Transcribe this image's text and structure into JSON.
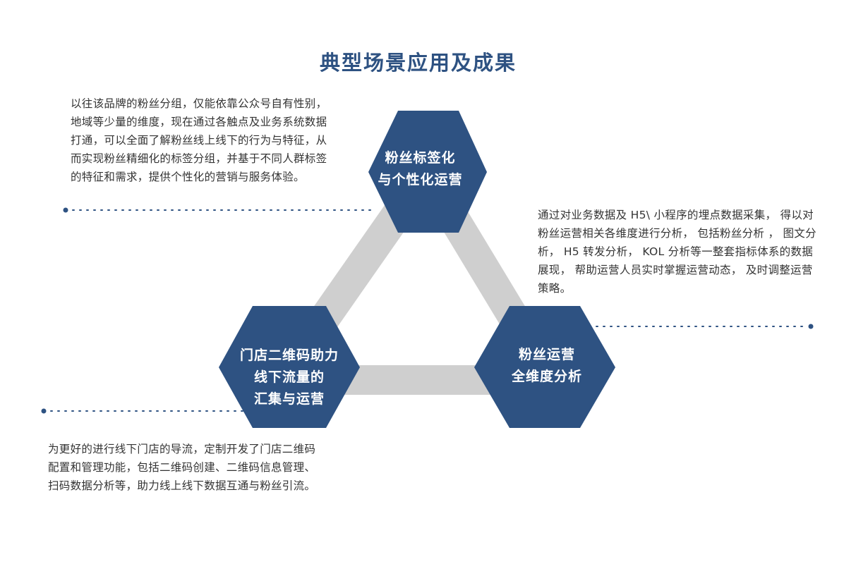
{
  "title": "典型场景应用及成果",
  "colors": {
    "hexagon_fill": "#2e5282",
    "connector": "#cfcfcf",
    "dots": "#2e5282",
    "title": "#2e5282"
  },
  "nodes": {
    "top": {
      "lines": [
        "粉丝标签化",
        "与个性化运营"
      ]
    },
    "left": {
      "lines": [
        "门店二维码助力",
        "线下流量的",
        "汇集与运营"
      ]
    },
    "right": {
      "lines": [
        "粉丝运营",
        "全维度分析"
      ]
    }
  },
  "descriptions": {
    "top_left": "以往该品牌的粉丝分组，仅能依靠公众号自有性别，地域等少量的维度，现在通过各触点及业务系统数据打通，可以全面了解粉丝线上线下的行为与特征，从而实现粉丝精细化的标签分组，并基于不同人群标签的特征和需求，提供个性化的营销与服务体验。",
    "right": "通过对业务数据及 H5\\ 小程序的埋点数据采集， 得以对粉丝运营相关各维度进行分析， 包括粉丝分析 ， 图文分析， H5 转发分析， KOL 分析等一整套指标体系的数据展现， 帮助运营人员实时掌握运营动态， 及时调整运营策略。",
    "bottom_left": "为更好的进行线下门店的导流，定制开发了门店二维码配置和管理功能，包括二维码创建、二维码信息管理、扫码数据分析等，助力线上线下数据互通与粉丝引流。"
  }
}
